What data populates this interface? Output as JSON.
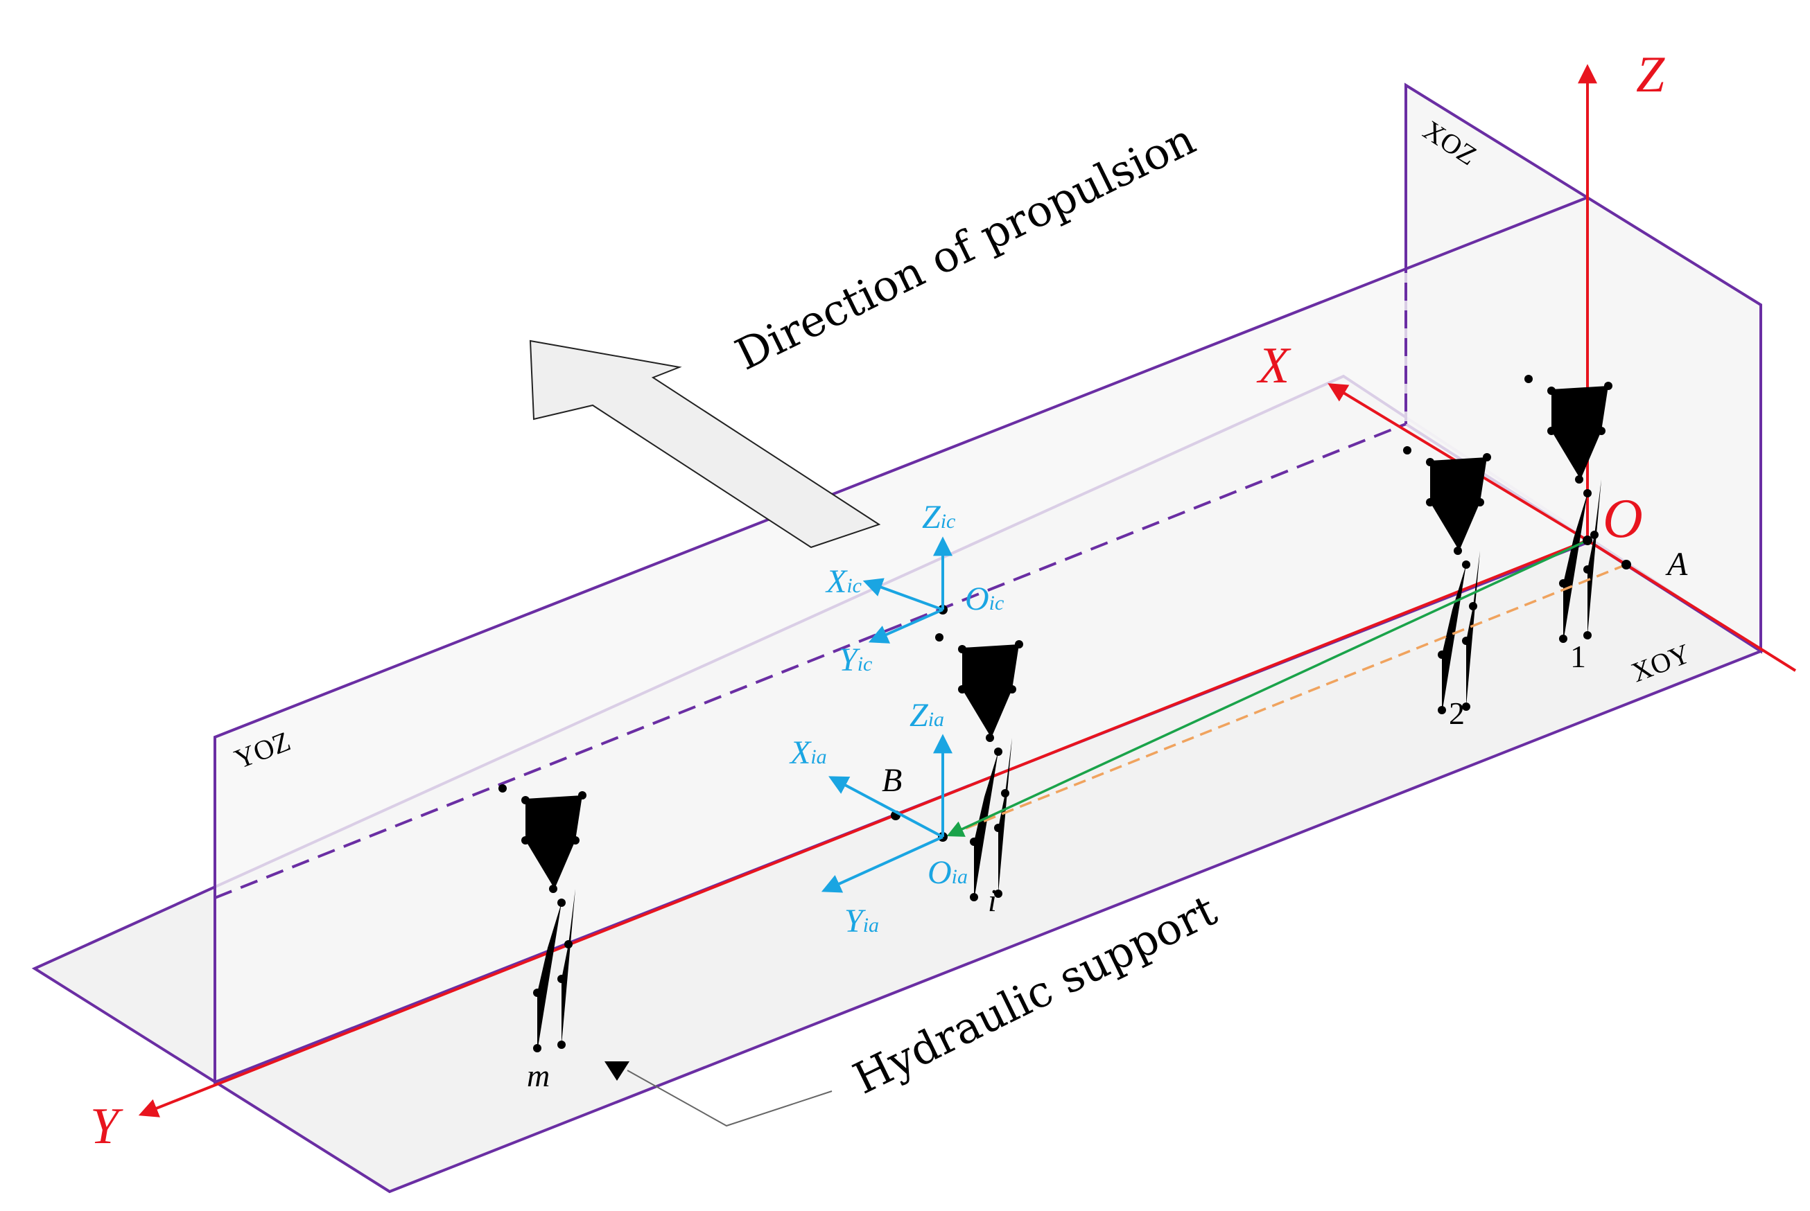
{
  "axes": {
    "global": {
      "x": "X",
      "y": "Y",
      "z": "Z",
      "origin": "O"
    },
    "crest": {
      "x": "X",
      "x_sub": "ic",
      "y": "Y",
      "y_sub": "ic",
      "z": "Z",
      "z_sub": "ic",
      "origin": "O",
      "origin_sub": "ic"
    },
    "base": {
      "x": "X",
      "x_sub": "ia",
      "y": "Y",
      "y_sub": "ia",
      "z": "Z",
      "z_sub": "ia",
      "origin": "O",
      "origin_sub": "ia"
    }
  },
  "planes": {
    "xoz": "XOZ",
    "yoz": "YOZ",
    "xoy": "XOY"
  },
  "points": {
    "a": "A",
    "b": "B"
  },
  "supports": {
    "s1": "1",
    "s2": "2",
    "si": "i",
    "sm": "m"
  },
  "captions": {
    "propulsion": "Direction of propulsion",
    "hydraulic": "Hydraulic support"
  },
  "colors": {
    "axis": "#e8141e",
    "local_axis": "#1aa5e2",
    "plane_edge": "#6a2ea3",
    "vector_green": "#1aa34a",
    "vector_orange": "#f0a35e"
  }
}
